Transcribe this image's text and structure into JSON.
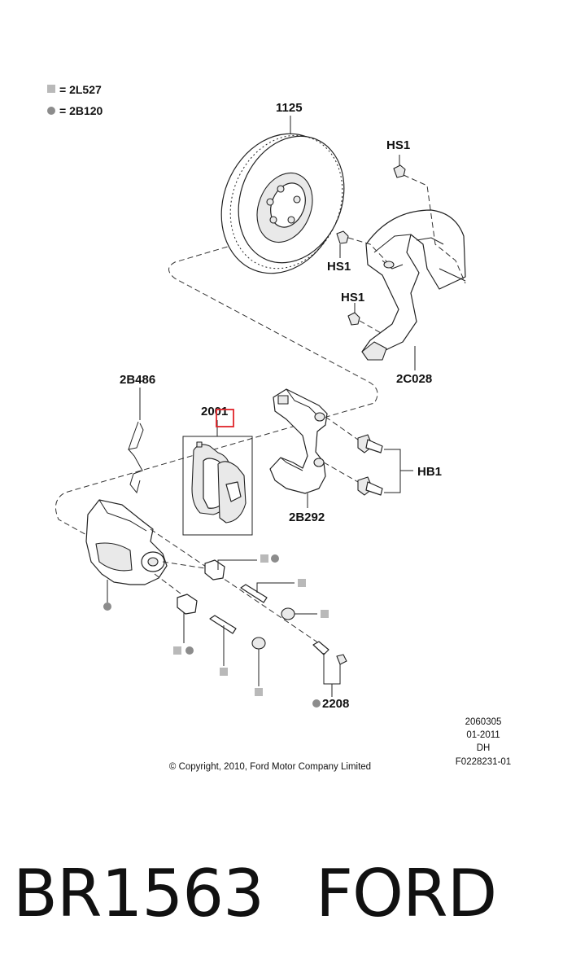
{
  "legend": [
    {
      "symbol": "square-marker",
      "text": "= 2L527"
    },
    {
      "symbol": "dot-marker",
      "text": "= 2B120"
    }
  ],
  "labels": {
    "rotor": "1125",
    "shield_screw_top": "HS1",
    "shield_screw_mid": "HS1",
    "shield_screw_low": "HS1",
    "splash_shield": "2C028",
    "clip": "2B486",
    "pads": "2001",
    "bracket": "2B292",
    "bolts": "HB1",
    "bleeder": "2208"
  },
  "codes": {
    "line1": "2060305",
    "line2": "01-2011",
    "line3": "DH",
    "line4": "F0228231-01"
  },
  "copyright": "© Copyright, 2010, Ford Motor Company Limited",
  "footer": {
    "part_number": "BR1563",
    "brand": "FORD"
  },
  "colors": {
    "highlight": "#e0242a",
    "marker_square": "#b9b9b9",
    "marker_dot": "#8c8c8c"
  }
}
